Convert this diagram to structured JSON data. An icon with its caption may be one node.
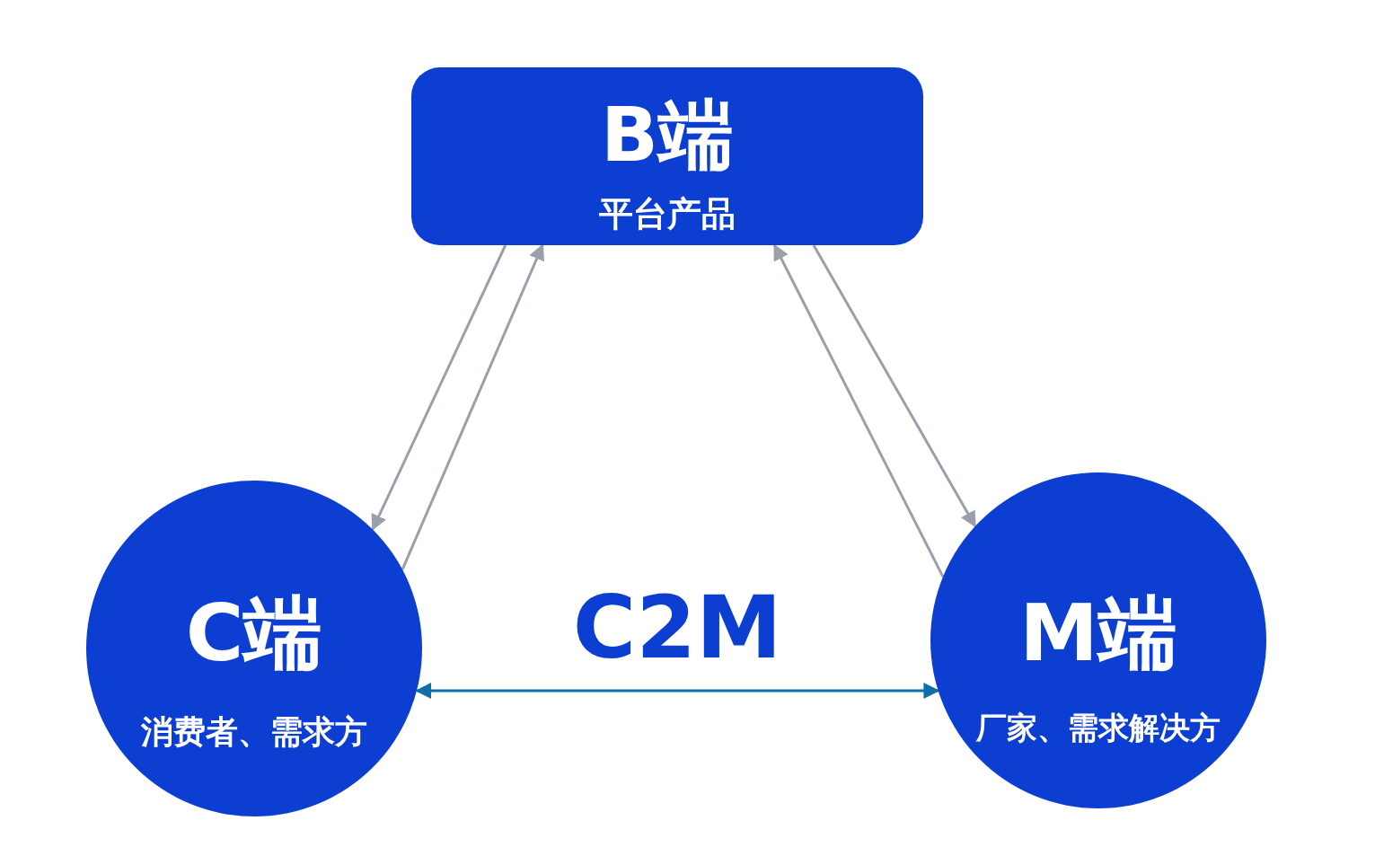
{
  "diagram": {
    "nodes": [
      {
        "text": [
          "B端",
          "平台产品"
        ]
      },
      {
        "text": [
          "C端",
          "消费者、需求方"
        ]
      },
      {
        "text": [
          "M端",
          "厂家、需求解决方"
        ]
      }
    ],
    "edges": [
      {
        "from": 0,
        "to": 1,
        "arrow": "to"
      },
      {
        "from": 1,
        "to": 0,
        "arrow": "to"
      },
      {
        "from": 2,
        "to": 0,
        "arrow": "to"
      },
      {
        "from": 0,
        "to": 2,
        "arrow": "to"
      },
      {
        "from": 1,
        "to": 2,
        "arrow": "both",
        "label": "C2M",
        "color": "#0e6fa8"
      }
    ]
  }
}
